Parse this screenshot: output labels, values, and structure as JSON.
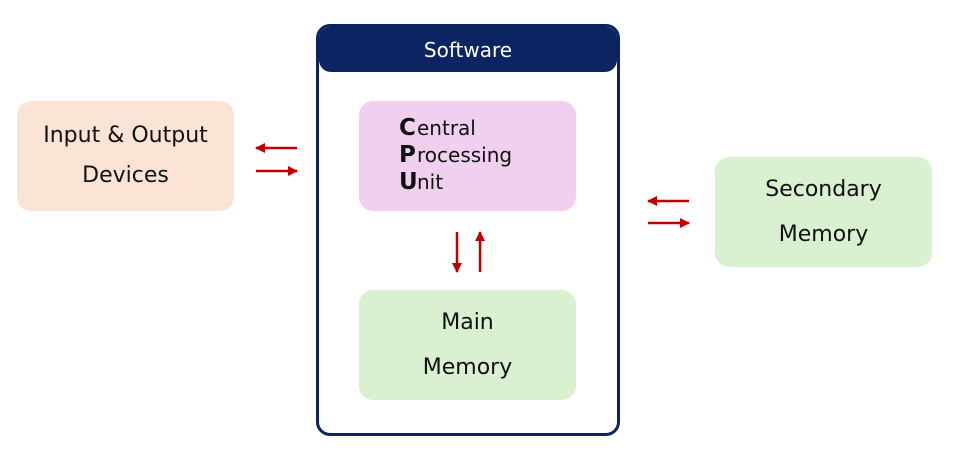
{
  "io": {
    "line1": "Input & Output",
    "line2": "Devices"
  },
  "software": {
    "title": "Software"
  },
  "cpu": {
    "line1_initial": "C",
    "line1_rest": "entral",
    "line2_initial": "P",
    "line2_rest": "rocessing",
    "line3_initial": "U",
    "line3_rest": "nit"
  },
  "main_memory": {
    "line1": "Main",
    "line2": "Memory"
  },
  "secondary_memory": {
    "line1": "Secondary",
    "line2": "Memory"
  },
  "colors": {
    "io_fill": "#fbe4d6",
    "cpu_fill": "#f0d0ee",
    "memory_fill": "#d9f1d1",
    "software_border": "#0c2461",
    "arrow": "#c00000"
  }
}
